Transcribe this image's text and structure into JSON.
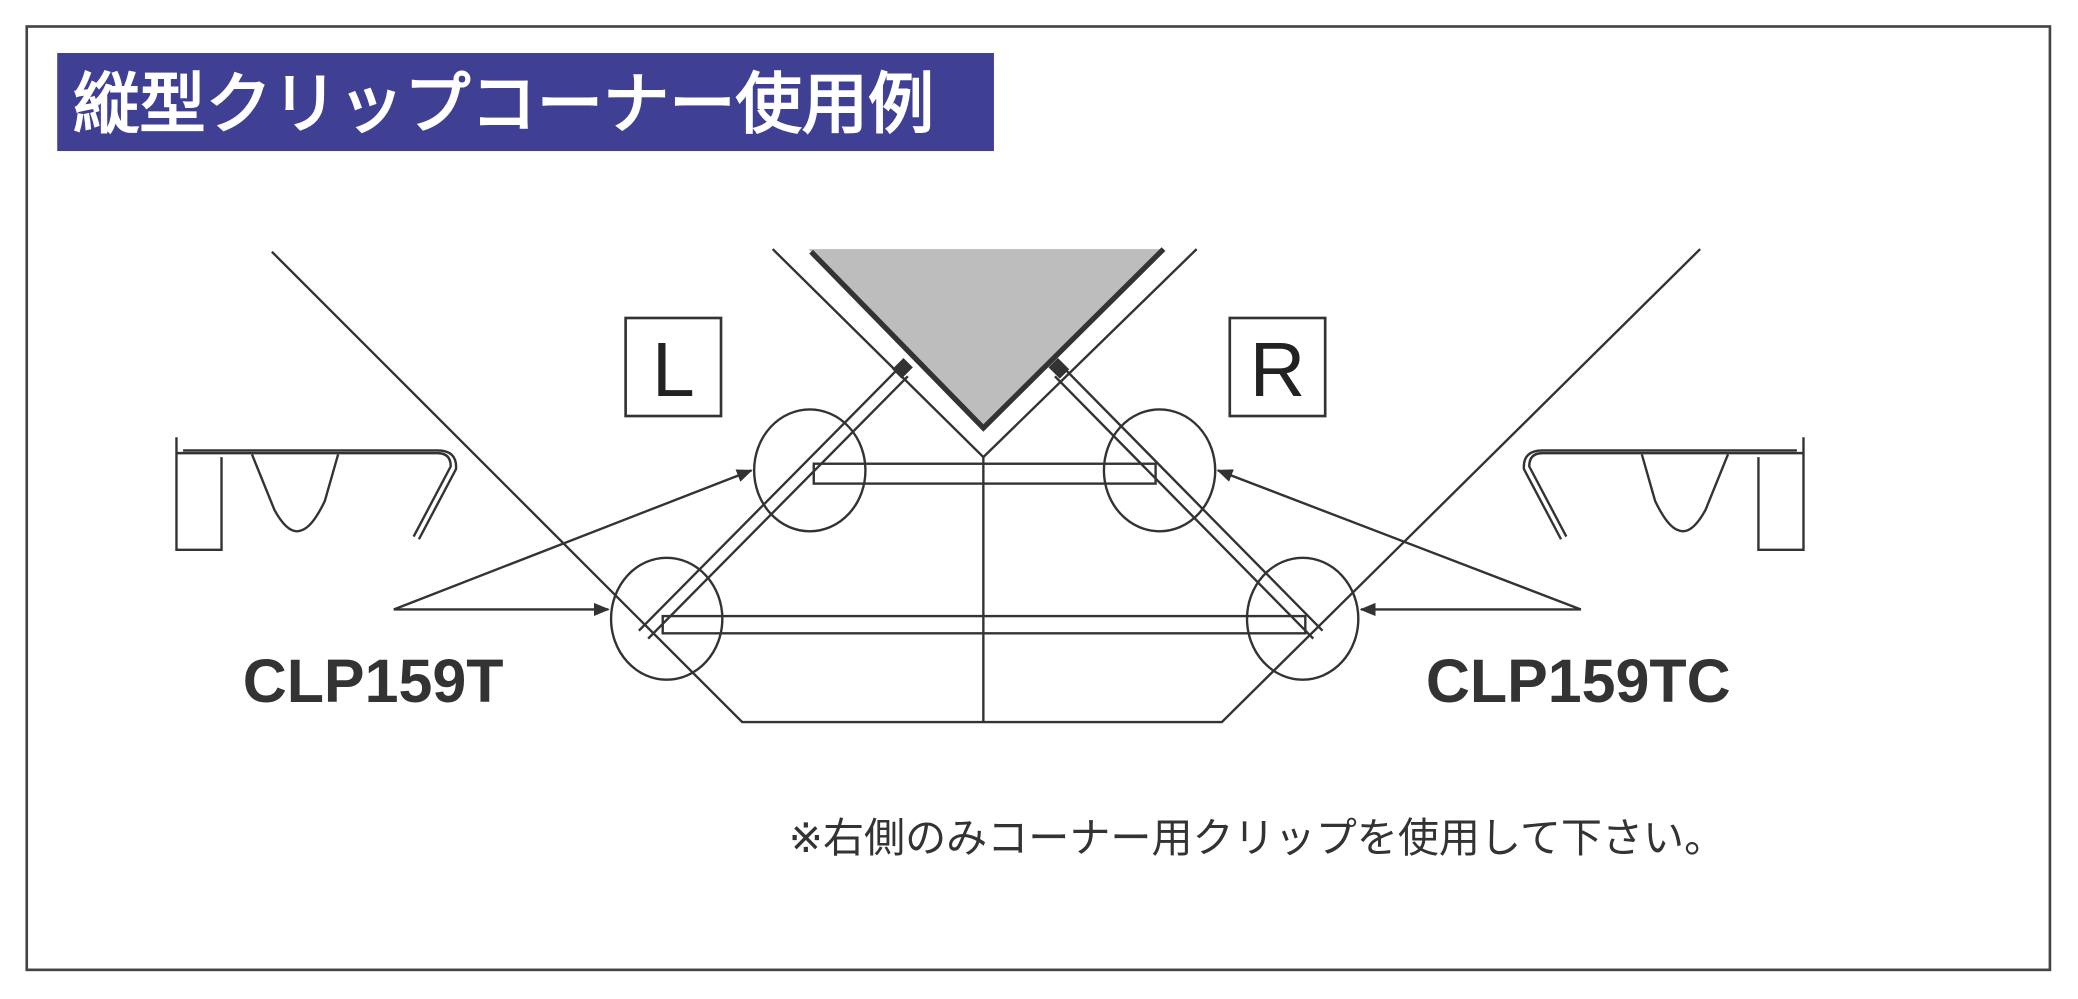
{
  "title": "縦型クリップコーナー使用例",
  "labels": {
    "left_side": "L",
    "right_side": "R",
    "left_clip": "CLP159T",
    "right_clip": "CLP159TC"
  },
  "note": "※右側のみコーナー用クリップを使用して下さい。",
  "colors": {
    "title_bg": "#3f3f94",
    "shelf_fill": "#bdbdbd",
    "line": "#333333"
  }
}
